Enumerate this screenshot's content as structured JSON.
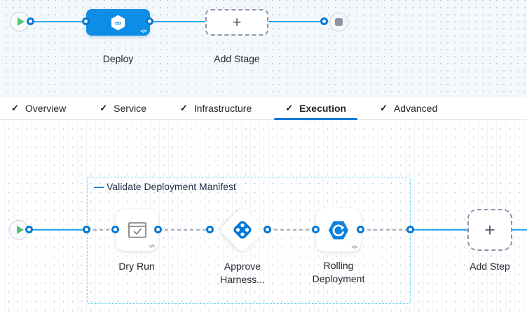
{
  "stage_canvas": {
    "stage_label": "Deploy",
    "add_stage_label": "Add Stage"
  },
  "tabs": [
    {
      "label": "Overview"
    },
    {
      "label": "Service"
    },
    {
      "label": "Infrastructure"
    },
    {
      "label": "Execution"
    },
    {
      "label": "Advanced"
    }
  ],
  "active_tab": "Execution",
  "execution_canvas": {
    "group_label": "Validate Deployment Manifest",
    "steps": [
      {
        "label": "Dry Run"
      },
      {
        "label": "Approve Harness..."
      },
      {
        "label": "Rolling Deployment"
      }
    ],
    "add_step_label": "Add Step"
  },
  "glyphs": {
    "check": "✓",
    "plus": "+",
    "code": "</>",
    "collapse": "—",
    "infinity": "∞"
  },
  "colors": {
    "accent_blue": "#0278d5",
    "line_blue": "#2aa7f2",
    "stage_blue": "#0c8de6",
    "group_border_cyan": "#76d5ef",
    "play_green": "#4dc472",
    "stop_gray": "#8e92a3"
  }
}
